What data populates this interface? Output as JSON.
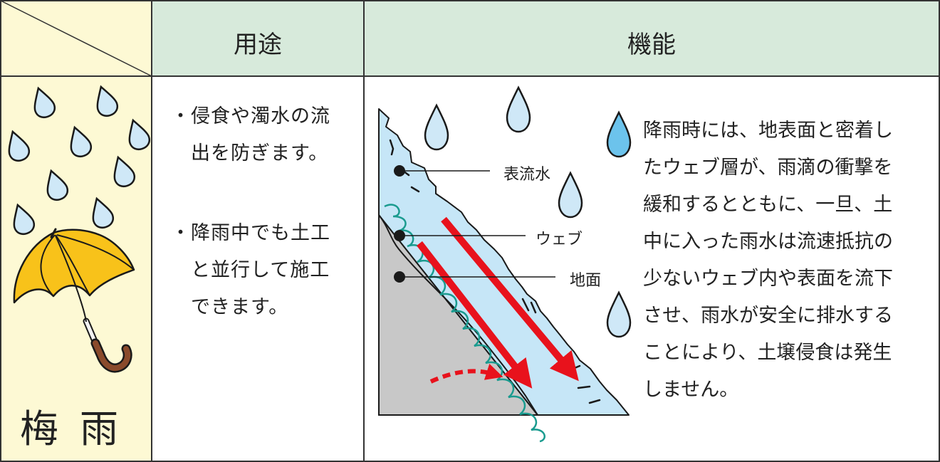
{
  "headers": {
    "usage": "用途",
    "function": "機能"
  },
  "season": "梅雨",
  "usage_lines": [
    "・侵食や濁水の流",
    "　出を防ぎます。",
    "・降雨中でも土工",
    "　と並行して施工",
    "　できます。"
  ],
  "diagram_labels": {
    "surface_water": "表流水",
    "web": "ウェブ",
    "ground": "地面"
  },
  "function_lines": [
    "降雨時には、地表面と密着し",
    "たウェブ層が、雨滴の衝撃を",
    "緩和するとともに、一旦、土",
    "中に入った雨水は流速抵抗の",
    "少ないウェブ内や表面を流下",
    "させ、雨水が安全に排水する",
    "ことにより、土壌侵食は発生",
    "しません。"
  ],
  "colors": {
    "header_bg": "#d7eadb",
    "season_bg": "#fdf9d4",
    "umbrella": "#f8c21a",
    "drop": "#cfe8f7",
    "water": "#c6e6f7",
    "ground": "#c8c8c8",
    "arrow": "#e8121c",
    "coil": "#1a9b8f",
    "handle": "#8a4a2b"
  }
}
